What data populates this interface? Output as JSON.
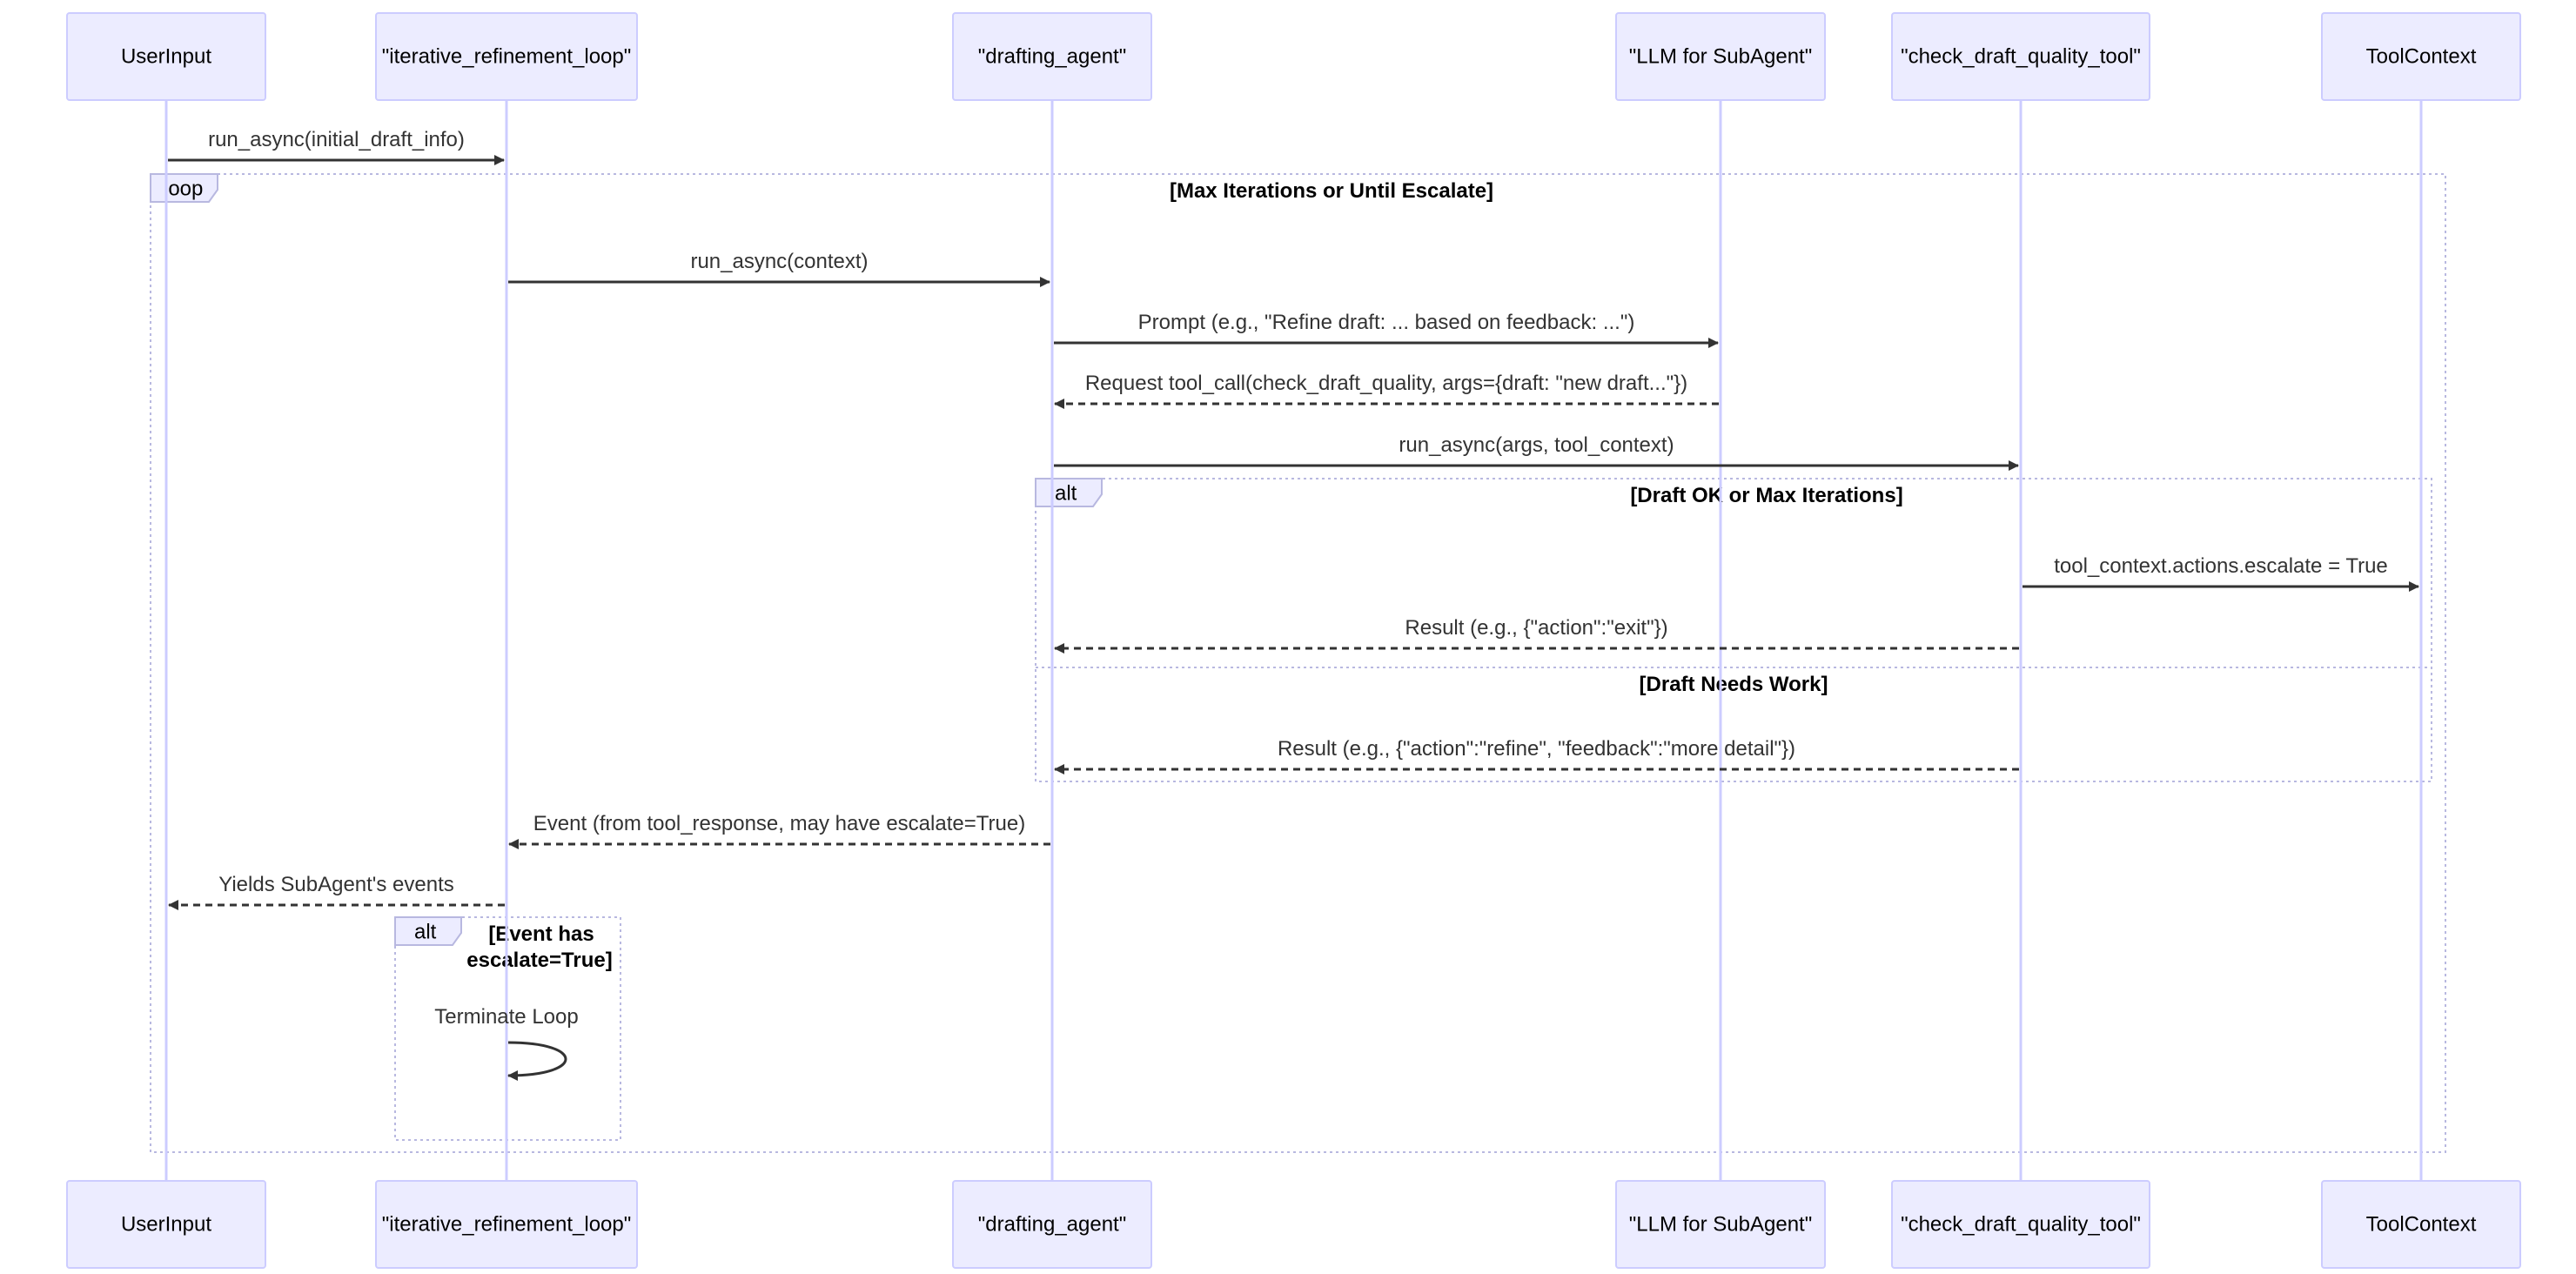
{
  "participants": [
    {
      "id": "user_input",
      "label": "UserInput"
    },
    {
      "id": "loop_agent",
      "label": "\"iterative_refinement_loop\""
    },
    {
      "id": "drafting_agent",
      "label": "\"drafting_agent\""
    },
    {
      "id": "llm",
      "label": "\"LLM for SubAgent\""
    },
    {
      "id": "check_tool",
      "label": "\"check_draft_quality_tool\""
    },
    {
      "id": "tool_context",
      "label": "ToolContext"
    }
  ],
  "messages": [
    {
      "id": "m1",
      "from": "user_input",
      "to": "loop_agent",
      "label": "run_async(initial_draft_info)",
      "style": "solid"
    },
    {
      "id": "m2",
      "from": "loop_agent",
      "to": "drafting_agent",
      "label": "run_async(context)",
      "style": "solid"
    },
    {
      "id": "m3",
      "from": "drafting_agent",
      "to": "llm",
      "label": "Prompt (e.g., \"Refine draft: ... based on feedback: ...\")",
      "style": "solid"
    },
    {
      "id": "m4",
      "from": "llm",
      "to": "drafting_agent",
      "label": "Request tool_call(check_draft_quality, args={draft: \"new draft...\"})",
      "style": "dashed"
    },
    {
      "id": "m5",
      "from": "drafting_agent",
      "to": "check_tool",
      "label": "run_async(args, tool_context)",
      "style": "solid"
    },
    {
      "id": "m6",
      "from": "check_tool",
      "to": "tool_context",
      "label": "tool_context.actions.escalate = True",
      "style": "solid"
    },
    {
      "id": "m7",
      "from": "check_tool",
      "to": "drafting_agent",
      "label": "Result (e.g., {\"action\":\"exit\"})",
      "style": "dashed"
    },
    {
      "id": "m8",
      "from": "check_tool",
      "to": "drafting_agent",
      "label": "Result (e.g., {\"action\":\"refine\", \"feedback\":\"more detail\"})",
      "style": "dashed"
    },
    {
      "id": "m9",
      "from": "drafting_agent",
      "to": "loop_agent",
      "label": "Event (from tool_response, may have escalate=True)",
      "style": "dashed"
    },
    {
      "id": "m10",
      "from": "loop_agent",
      "to": "user_input",
      "label": "Yields SubAgent's events",
      "style": "dashed"
    },
    {
      "id": "m11",
      "from": "loop_agent",
      "to": "loop_agent",
      "label": "Terminate Loop",
      "style": "self"
    }
  ],
  "frames": [
    {
      "id": "f_loop",
      "kind": "loop",
      "condition": "[Max Iterations or Until Escalate]"
    },
    {
      "id": "f_alt1",
      "kind": "alt",
      "condition": "[Draft OK or Max Iterations]",
      "else_condition": "[Draft Needs Work]"
    },
    {
      "id": "f_alt2",
      "kind": "alt",
      "condition_lines": [
        "[Event has",
        "escalate=True]"
      ]
    }
  ],
  "colors": {
    "actor_fill": "#ECECFF",
    "actor_border": "#CCCCFF",
    "lifeline": "#CCCCFF",
    "arrow": "#333333",
    "frame_border": "#B8B8E0"
  }
}
